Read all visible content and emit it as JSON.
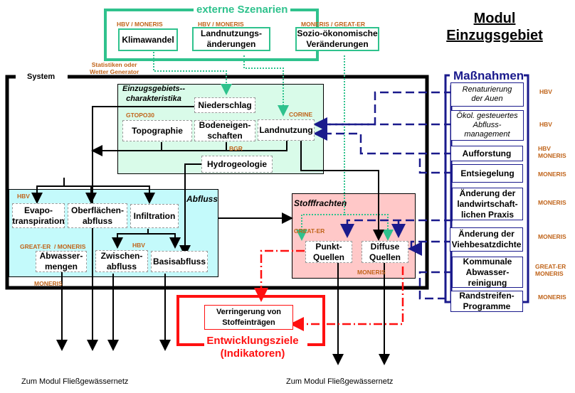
{
  "title": {
    "line1": "Modul",
    "line2": "Einzugsgebiet"
  },
  "external": {
    "label": "externe Szenarien",
    "items": [
      {
        "model": "HBV / MONERIS",
        "label": "Klimawandel"
      },
      {
        "model": "HBV / MONERIS",
        "label": "Landnutzungs-änderungen"
      },
      {
        "model": "MONERIS  / GREAT-ER",
        "label": "Sozio-ökonomische Veränderungen"
      }
    ],
    "stat_note": "Statistiken oder\nWetter Generator"
  },
  "system": {
    "label": "System",
    "catchment": {
      "label": "Einzugsgebiets--\ncharakteristika",
      "niederschlag": "Niederschlag",
      "topographie": "Topographie",
      "topographie_model": "GTOPO30",
      "boden": "Bodeneigen-\nschaften",
      "boden_model": "BGR",
      "landnutzung": "Landnutzung",
      "landnutzung_model": "CORINE",
      "hydrogeologie": "Hydrogeologie"
    },
    "abfluss": {
      "label": "Abfluss",
      "model_hbv": "HBV",
      "evapo": "Evapo-\ntranspiration",
      "oberflaeche": "Oberflächen-\nabfluss",
      "infiltration": "Infiltration",
      "model_great": "GREAT-ER  / MONERIS",
      "abwasser": "Abwasser-\nmengen",
      "model_hbv2": "HBV",
      "zwischen": "Zwischen-\nabfluss",
      "basis": "Basisabfluss",
      "model_moneris": "MONERIS"
    },
    "stoff": {
      "label": "Stofffrachten",
      "model_great": "GREAT-ER",
      "punkt": "Punkt-\nQuellen",
      "diffuse": "Diffuse\nQuellen",
      "model_moneris": "MONERIS"
    }
  },
  "goals": {
    "box": "Verringerung von\nStoffeinträgen",
    "label1": "Entwicklungsziele",
    "label2": "(Indikatoren)"
  },
  "measures": {
    "label": "Maßnahmen",
    "items": [
      {
        "label": "Renaturierung\nder Auen",
        "model": "HBV",
        "italic": true
      },
      {
        "label": "Ökol. gesteuertes\nAbfluss-\nmanagement",
        "model": "HBV",
        "italic": true
      },
      {
        "label": "Aufforstung",
        "model": "HBV\nMONERIS",
        "italic": false
      },
      {
        "label": "Entsiegelung",
        "model": "MONERIS",
        "italic": false
      },
      {
        "label": "Änderung der\nlandwirtschaft-\nlichen Praxis",
        "model": "MONERIS",
        "italic": false
      },
      {
        "label": "Änderung der\nViehbesatzdichte",
        "model": "MONERIS",
        "italic": false
      },
      {
        "label": "Kommunale\nAbwasser-\nreinigung",
        "model": "GREAT-ER\nMONERIS",
        "italic": false
      },
      {
        "label": "Randstreifen-\nProgramme",
        "model": "MONERIS",
        "italic": false
      }
    ]
  },
  "footer": {
    "left": "Zum  Modul  Fließgewässernetz",
    "right": "Zum  Modul  Fließgewässernetz"
  },
  "colors": {
    "green": "#2fc28d",
    "navy": "#1a1a8c",
    "red": "#ff1010",
    "orange": "#c0641a",
    "catchment_bg": "#d9fbe9",
    "abfluss_bg": "#c4fafb",
    "stoff_bg": "#ffc8c8"
  }
}
